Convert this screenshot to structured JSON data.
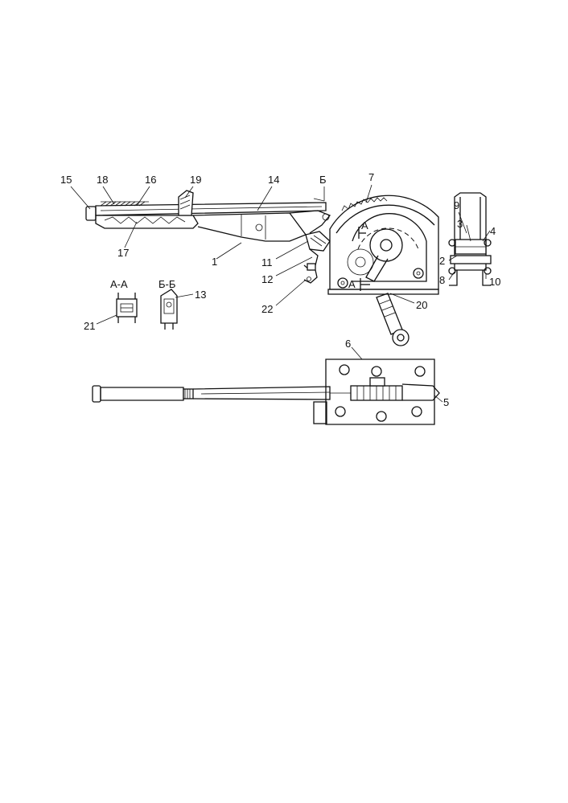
{
  "figure": {
    "labels": {
      "l1": "1",
      "l2": "2",
      "l3": "3",
      "l4": "4",
      "l5": "5",
      "l6": "6",
      "l7": "7",
      "l8": "8",
      "l9": "9",
      "l10": "10",
      "l11": "11",
      "l12": "12",
      "l13": "13",
      "l14": "14",
      "l15": "15",
      "l16": "16",
      "l17": "17",
      "l18": "18",
      "l19": "19",
      "l20": "20",
      "l21": "21",
      "l22": "22"
    },
    "section_marks": {
      "a_view": "А-А",
      "b_view": "Б-Б",
      "arrow_b": "Б",
      "arrow_a_top": "А",
      "arrow_a_bottom": "А"
    }
  }
}
